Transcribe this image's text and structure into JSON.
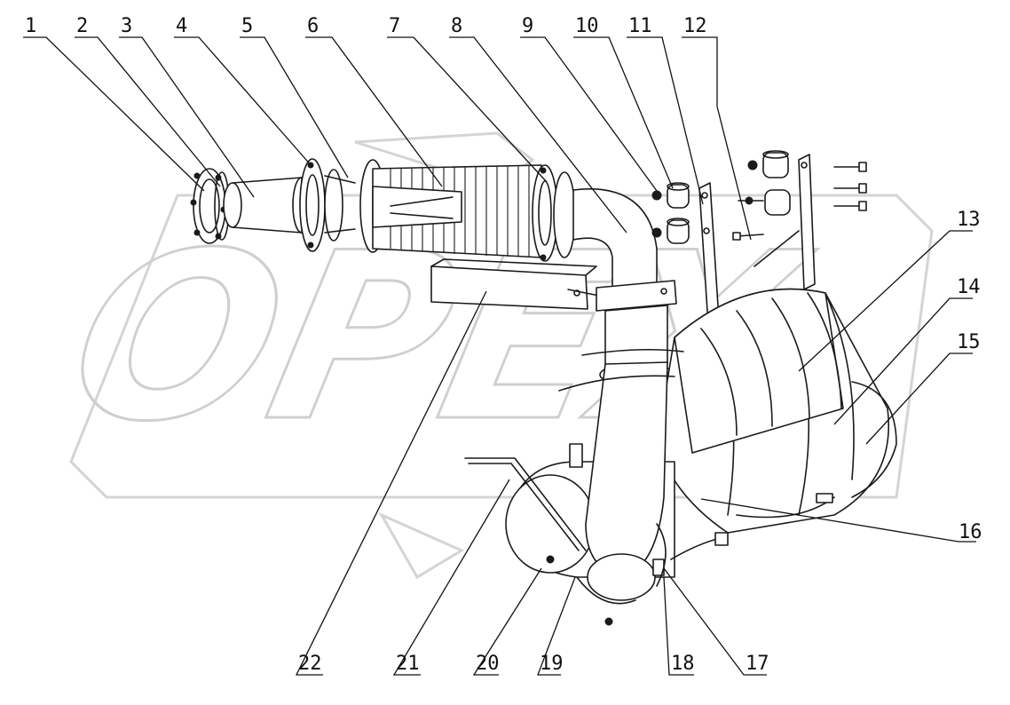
{
  "watermark": {
    "text": "OPEX",
    "color": "#cfcfcf"
  },
  "callouts": [
    {
      "number": "1"
    },
    {
      "number": "2"
    },
    {
      "number": "3"
    },
    {
      "number": "4"
    },
    {
      "number": "5"
    },
    {
      "number": "6"
    },
    {
      "number": "7"
    },
    {
      "number": "8"
    },
    {
      "number": "9"
    },
    {
      "number": "10"
    },
    {
      "number": "11"
    },
    {
      "number": "12"
    },
    {
      "number": "13"
    },
    {
      "number": "14"
    },
    {
      "number": "15"
    },
    {
      "number": "16"
    },
    {
      "number": "17"
    },
    {
      "number": "18"
    },
    {
      "number": "19"
    },
    {
      "number": "20"
    },
    {
      "number": "21"
    },
    {
      "number": "22"
    }
  ],
  "colors": {
    "line": "#1a1a1a",
    "background": "#ffffff"
  }
}
